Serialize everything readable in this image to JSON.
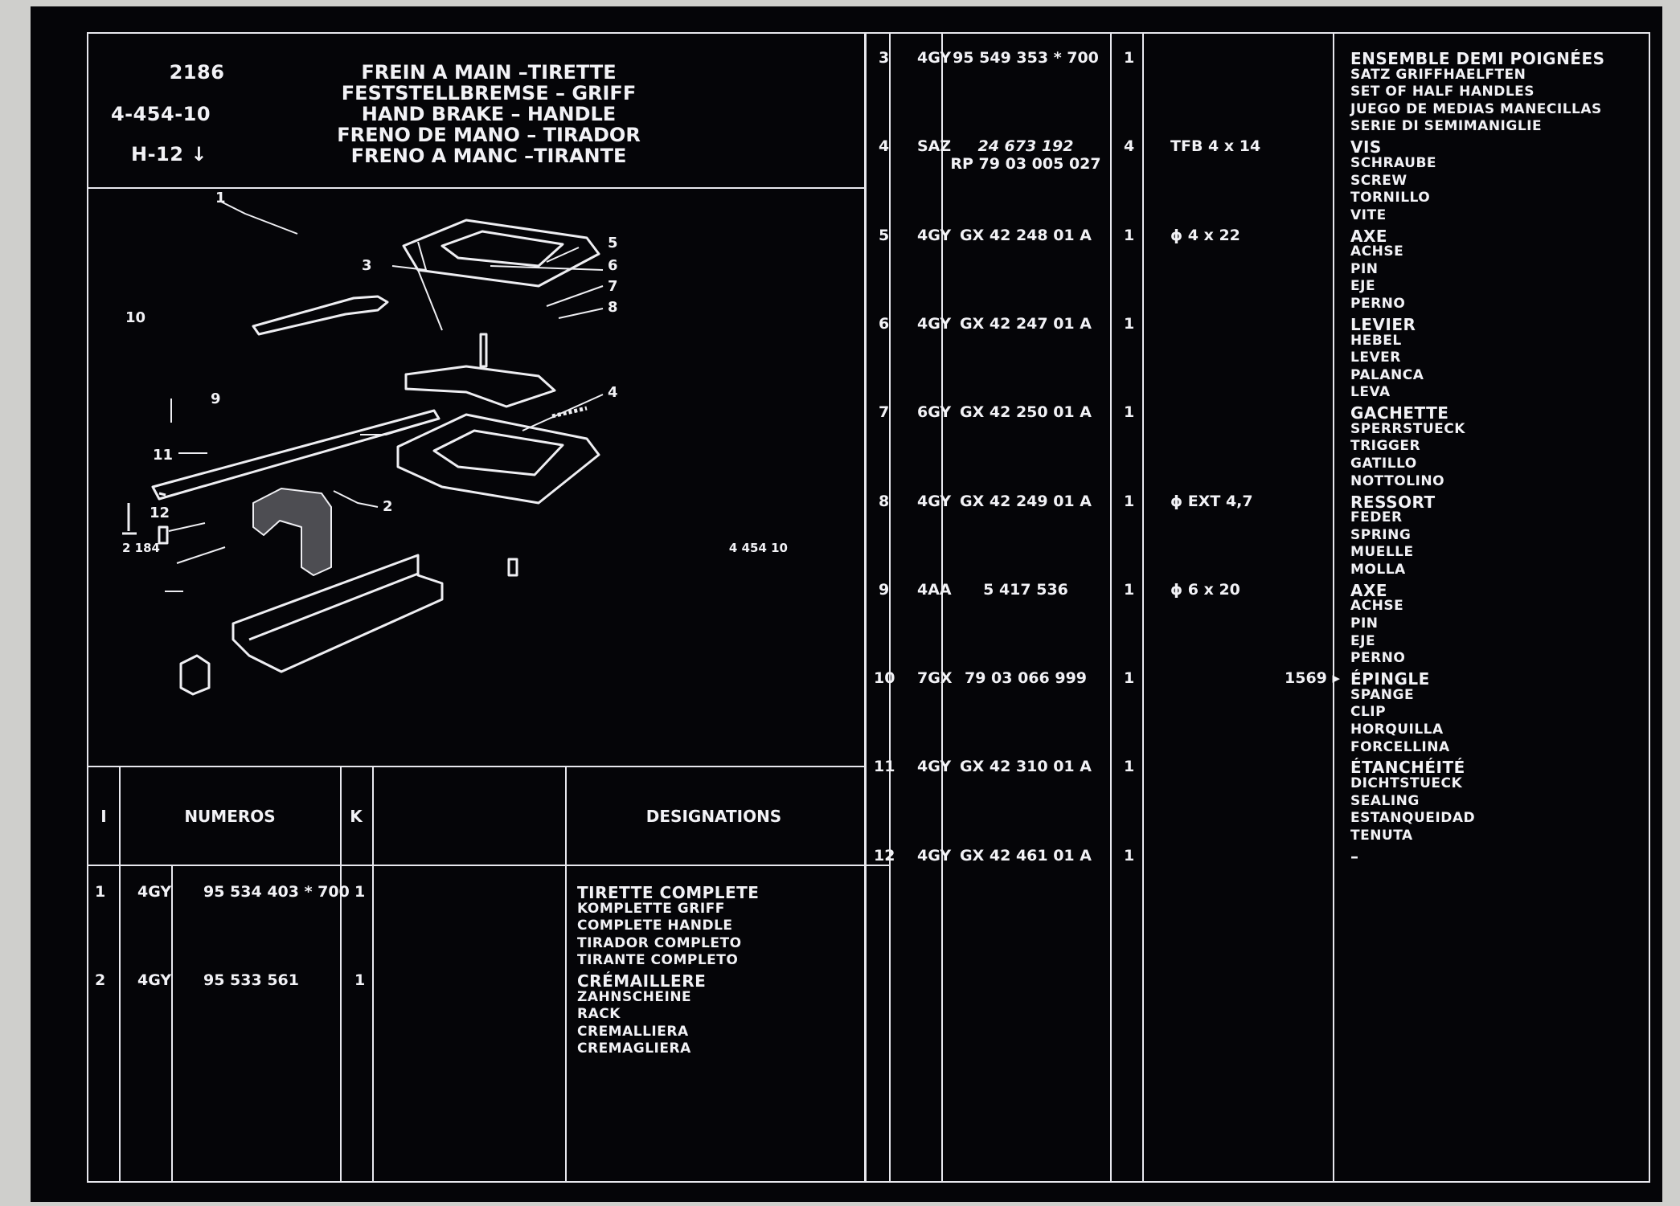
{
  "header": {
    "plate": "2186",
    "ref": "4-454-10",
    "grid": "H-12",
    "arrow": "↓",
    "titles": [
      "FREIN A MAIN –TIRETTE",
      "FESTSTELLBREMSE – GRIFF",
      "HAND BRAKE – HANDLE",
      "FRENO DE MANO – TIRADOR",
      "FRENO A MANC –TIRANTE"
    ]
  },
  "diagram": {
    "left_code": "2 184",
    "right_code": "4 454 10",
    "callouts": [
      "1",
      "2",
      "3",
      "4",
      "5",
      "6",
      "7",
      "8",
      "9",
      "10",
      "11",
      "12"
    ]
  },
  "table_header": {
    "col_i": "I",
    "col_numeros": "NUMEROS",
    "col_k": "K",
    "col_designations": "DESIGNATIONS"
  },
  "left_rows": [
    {
      "i": "1",
      "code": "4GY",
      "numero": "95 534 403 * 700",
      "qty": "1",
      "designations": [
        "TIRETTE COMPLETE",
        "KOMPLETTE GRIFF",
        "COMPLETE HANDLE",
        "TIRADOR COMPLETO",
        "TIRANTE COMPLETO"
      ]
    },
    {
      "i": "2",
      "code": "4GY",
      "numero": "95 533 561",
      "qty": "1",
      "designations": [
        "CRÉMAILLERE",
        "ZAHNSCHEINE",
        "RACK",
        "CREMALLIERA",
        "CREMAGLIERA"
      ]
    }
  ],
  "right_rows": [
    {
      "i": "3",
      "code": "4GY",
      "numero": "95 549 353 * 700",
      "numero2": "",
      "qty": "1",
      "spec": "",
      "ref": "",
      "designations": [
        "ENSEMBLE DEMI POIGNÉES",
        "SATZ GRIFFHAELFTEN",
        "SET OF HALF HANDLES",
        "JUEGO DE MEDIAS MANECILLAS",
        "SERIE DI SEMIMANIGLIE"
      ]
    },
    {
      "i": "4",
      "code": "SAZ",
      "numero": "24 673 192",
      "numero2": "RP 79 03 005 027",
      "qty": "4",
      "spec": "TFB 4 x 14",
      "ref": "",
      "designations": [
        "VIS",
        "SCHRAUBE",
        "SCREW",
        "TORNILLO",
        "VITE"
      ]
    },
    {
      "i": "5",
      "code": "4GY",
      "numero": "GX 42 248 01 A",
      "numero2": "",
      "qty": "1",
      "spec": "ϕ 4 x 22",
      "ref": "",
      "designations": [
        "AXE",
        "ACHSE",
        "PIN",
        "EJE",
        "PERNO"
      ]
    },
    {
      "i": "6",
      "code": "4GY",
      "numero": "GX 42 247 01 A",
      "numero2": "",
      "qty": "1",
      "spec": "",
      "ref": "",
      "designations": [
        "LEVIER",
        "HEBEL",
        "LEVER",
        "PALANCA",
        "LEVA"
      ]
    },
    {
      "i": "7",
      "code": "6GY",
      "numero": "GX 42 250 01 A",
      "numero2": "",
      "qty": "1",
      "spec": "",
      "ref": "",
      "designations": [
        "GACHETTE",
        "SPERRSTUECK",
        "TRIGGER",
        "GATILLO",
        "NOTTOLINO"
      ]
    },
    {
      "i": "8",
      "code": "4GY",
      "numero": "GX 42 249 01 A",
      "numero2": "",
      "qty": "1",
      "spec": "ϕ EXT 4,7",
      "ref": "",
      "designations": [
        "RESSORT",
        "FEDER",
        "SPRING",
        "MUELLE",
        "MOLLA"
      ]
    },
    {
      "i": "9",
      "code": "4AA",
      "numero": "5 417 536",
      "numero2": "",
      "qty": "1",
      "spec": "ϕ 6 x 20",
      "ref": "",
      "designations": [
        "AXE",
        "ACHSE",
        "PIN",
        "EJE",
        "PERNO"
      ]
    },
    {
      "i": "10",
      "code": "7GX",
      "numero": "79 03 066 999",
      "numero2": "",
      "qty": "1",
      "spec": "",
      "ref": "1569 ▸",
      "designations": [
        "ÉPINGLE",
        "SPANGE",
        "CLIP",
        "HORQUILLA",
        "FORCELLINA"
      ]
    },
    {
      "i": "11",
      "code": "4GY",
      "numero": "GX 42 310 01 A",
      "numero2": "",
      "qty": "1",
      "spec": "",
      "ref": "",
      "designations": [
        "ÉTANCHÉITÉ",
        "DICHTSTUECK",
        "SEALING",
        "ESTANQUEIDAD",
        "TENUTA"
      ]
    },
    {
      "i": "12",
      "code": "4GY",
      "numero": "GX 42 461 01 A",
      "numero2": "",
      "qty": "1",
      "spec": "",
      "ref": "",
      "designations": [
        "–"
      ]
    }
  ]
}
